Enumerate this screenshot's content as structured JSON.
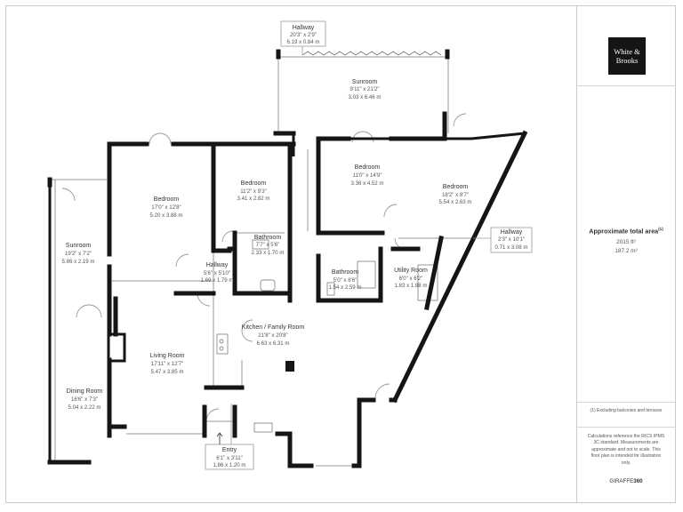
{
  "brand": {
    "line1": "White &",
    "line2": "Brooks"
  },
  "area": {
    "title": "Approximate total area",
    "note_marker": "(1)",
    "sqft": "2015 ft²",
    "sqm": "187.2 m²"
  },
  "footnote": "(1) Excluding balconies and terraces",
  "disclaimer": [
    "Calculations reference the RICS IPMS",
    "3C standard. Measurements are",
    "approximate and not to scale. This",
    "floor plan is intended for illustration",
    "only."
  ],
  "credit": {
    "main": "GIRAFFE",
    "bold": "360"
  },
  "colors": {
    "wall": "#151515",
    "line": "#9a9a9a",
    "frame": "#c9c9c9"
  },
  "rooms": [
    {
      "name": "Hallway",
      "imperial": "20'3\" x 2'9\"",
      "metric": "6.19 x 0.84 m"
    },
    {
      "name": "Sunroom",
      "imperial": "9'11\" x 21'2\"",
      "metric": "3.03 x 6.46 m"
    },
    {
      "name": "Bedroom",
      "imperial": "11'0\" x 14'9\"",
      "metric": "3.36 x 4.52 m"
    },
    {
      "name": "Bedroom",
      "imperial": "18'2\" x 8'7\"",
      "metric": "5.54 x 2.63 m"
    },
    {
      "name": "Hallway",
      "imperial": "2'3\" x 10'1\"",
      "metric": "0.71 x 3.08 m"
    },
    {
      "name": "Utility Room",
      "imperial": "6'0\" x 6'2\"",
      "metric": "1.83 x 1.88 m"
    },
    {
      "name": "Bathroom",
      "imperial": "5'0\" x 8'6\"",
      "metric": "1.54 x 2.59 m"
    },
    {
      "name": "Bedroom",
      "imperial": "17'0\" x 12'8\"",
      "metric": "5.20 x 3.88 m"
    },
    {
      "name": "Bedroom",
      "imperial": "11'2\" x 9'3\"",
      "metric": "3.41 x 2.82 m"
    },
    {
      "name": "Bathroom",
      "imperial": "7'7\" x 5'6\"",
      "metric": "2.33 x 1.70 m"
    },
    {
      "name": "Hallway",
      "imperial": "5'6\" x 5'10\"",
      "metric": "1.69 x 1.79 m"
    },
    {
      "name": "Sunroom",
      "imperial": "19'2\" x 7'2\"",
      "metric": "5.86 x 2.19 m"
    },
    {
      "name": "Kitchen / Family Room",
      "imperial": "21'8\" x 20'8\"",
      "metric": "6.63 x 6.31 m"
    },
    {
      "name": "Living Room",
      "imperial": "17'11\" x 12'7\"",
      "metric": "5.47 x 3.85 m"
    },
    {
      "name": "Dining Room",
      "imperial": "16'6\" x 7'3\"",
      "metric": "5.04 x 2.22 m"
    },
    {
      "name": "Entry",
      "imperial": "6'1\" x 3'11\"",
      "metric": "1.86 x 1.20 m"
    }
  ]
}
